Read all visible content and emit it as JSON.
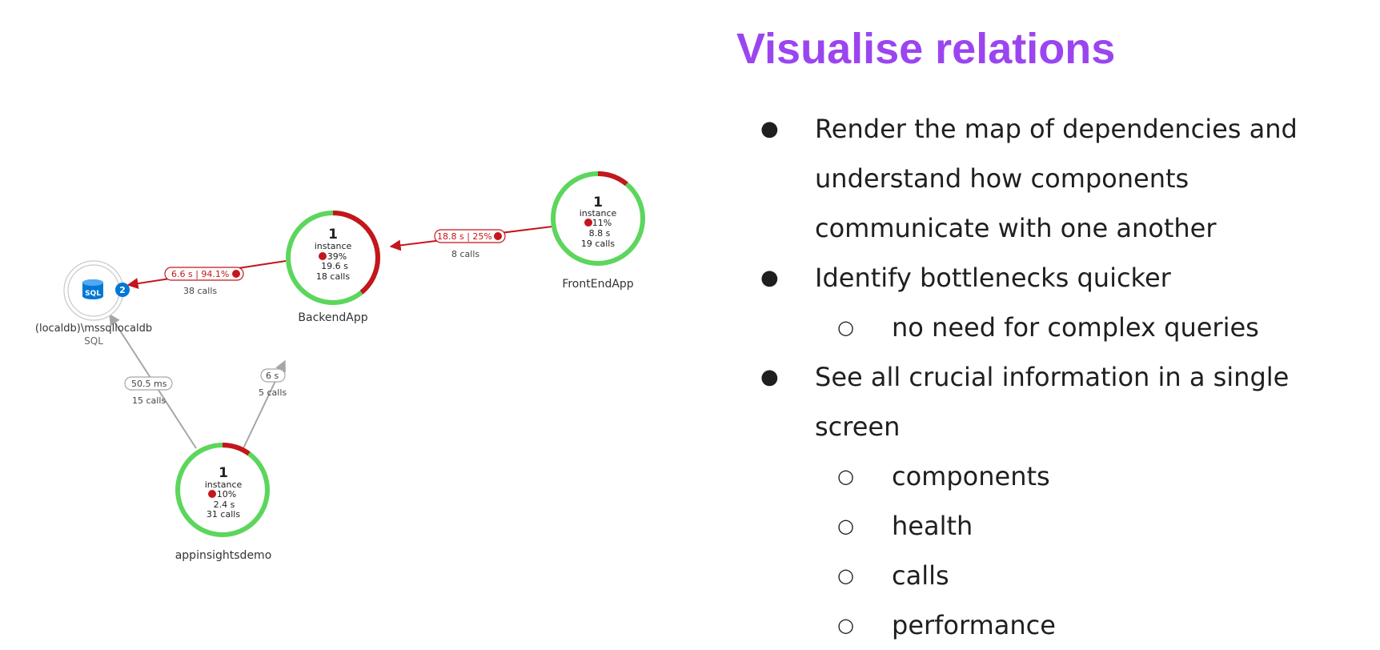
{
  "slide": {
    "title": "Visualise relations",
    "bullets": [
      {
        "level": 1,
        "text": "Render the map of dependencies and understand how components communicate with one another"
      },
      {
        "level": 1,
        "text": "Identify bottlenecks quicker"
      },
      {
        "level": 2,
        "text": "no need for complex queries"
      },
      {
        "level": 1,
        "text": "See all crucial information in a single screen"
      },
      {
        "level": 2,
        "text": "components"
      },
      {
        "level": 2,
        "text": "health"
      },
      {
        "level": 2,
        "text": "calls"
      },
      {
        "level": 2,
        "text": "performance"
      }
    ]
  },
  "colors": {
    "title": "#9b45f0",
    "healthy": "#5cd65c",
    "failed": "#c4161c",
    "edge_gray": "#a6a6a6",
    "sql_blue": "#0078d4"
  },
  "diagram": {
    "nodes": {
      "frontend": {
        "count": "1",
        "unit": "instance",
        "failure": "11%",
        "duration": "8.8 s",
        "calls": "19 calls",
        "name": "FrontEndApp",
        "failure_fraction": 0.11
      },
      "backend": {
        "count": "1",
        "unit": "instance",
        "failure": "39%",
        "duration": "19.6 s",
        "calls": "18 calls",
        "name": "BackendApp",
        "failure_fraction": 0.39
      },
      "appinsights": {
        "count": "1",
        "unit": "instance",
        "failure": "10%",
        "duration": "2.4 s",
        "calls": "31 calls",
        "name": "appinsightsdemo",
        "failure_fraction": 0.1
      },
      "sql": {
        "icon": "sql-database-icon",
        "icon_text": "SQL",
        "badge": "2",
        "name": "(localdb)\\mssqllocaldb",
        "type": "SQL"
      }
    },
    "edges": {
      "frontend_backend": {
        "label": "18.8 s | 25%",
        "calls": "8 calls",
        "status": "failed"
      },
      "backend_sql": {
        "label": "6.6 s | 94.1%",
        "calls": "38 calls",
        "status": "failed"
      },
      "appinsights_sql": {
        "label": "50.5 ms",
        "calls": "15 calls",
        "status": "ok"
      },
      "appinsights_external": {
        "label": "6 s",
        "calls": "5 calls",
        "status": "ok"
      }
    }
  }
}
